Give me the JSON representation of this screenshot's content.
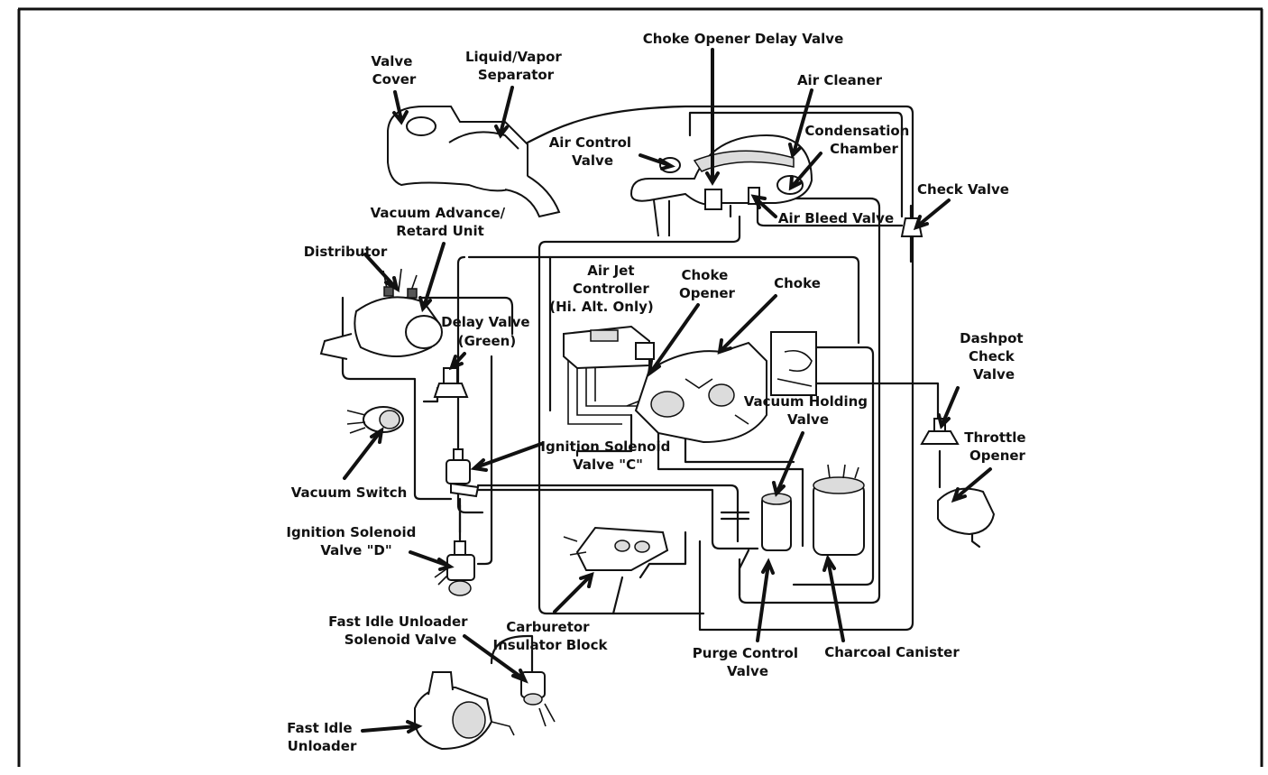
{
  "labels": {
    "valve_cover": [
      "Valve",
      "Cover"
    ],
    "liquid_vapor_separator": [
      "Liquid/Vapor",
      "Separator"
    ],
    "choke_opener_delay_valve": [
      "Choke Opener Delay Valve"
    ],
    "air_cleaner": [
      "Air Cleaner"
    ],
    "air_control_valve": [
      "Air Control",
      "Valve"
    ],
    "condensation_chamber": [
      "Condensation",
      "Chamber"
    ],
    "check_valve": [
      "Check Valve"
    ],
    "air_bleed_valve": [
      "Air Bleed Valve"
    ],
    "vacuum_advance_retard_unit": [
      "Vacuum Advance/",
      "Retard Unit"
    ],
    "distributor": [
      "Distributor"
    ],
    "air_jet_controller": [
      "Air Jet",
      "Controller",
      "(Hi. Alt. Only)"
    ],
    "choke_opener": [
      "Choke",
      "Opener"
    ],
    "choke": [
      "Choke"
    ],
    "delay_valve": [
      "Delay Valve",
      "(Green)"
    ],
    "dashpot_check_valve": [
      "Dashpot",
      "Check",
      "Valve"
    ],
    "throttle_opener": [
      "Throttle",
      "Opener"
    ],
    "vacuum_holding_valve": [
      "Vacuum Holding",
      "Valve"
    ],
    "ignition_solenoid_valve_c": [
      "Ignition Solenoid",
      "Valve \"C\""
    ],
    "vacuum_switch": [
      "Vacuum Switch"
    ],
    "ignition_solenoid_valve_d": [
      "Ignition Solenoid",
      "Valve \"D\""
    ],
    "fast_idle_unloader_solenoid_valve": [
      "Fast Idle Unloader",
      "Solenoid Valve"
    ],
    "carburetor_insulator_block": [
      "Carburetor",
      "Insulator Block"
    ],
    "purge_control_valve": [
      "Purge Control",
      "Valve"
    ],
    "charcoal_canister": [
      "Charcoal Canister"
    ],
    "fast_idle_unloader": [
      "Fast Idle",
      "Unloader"
    ]
  }
}
